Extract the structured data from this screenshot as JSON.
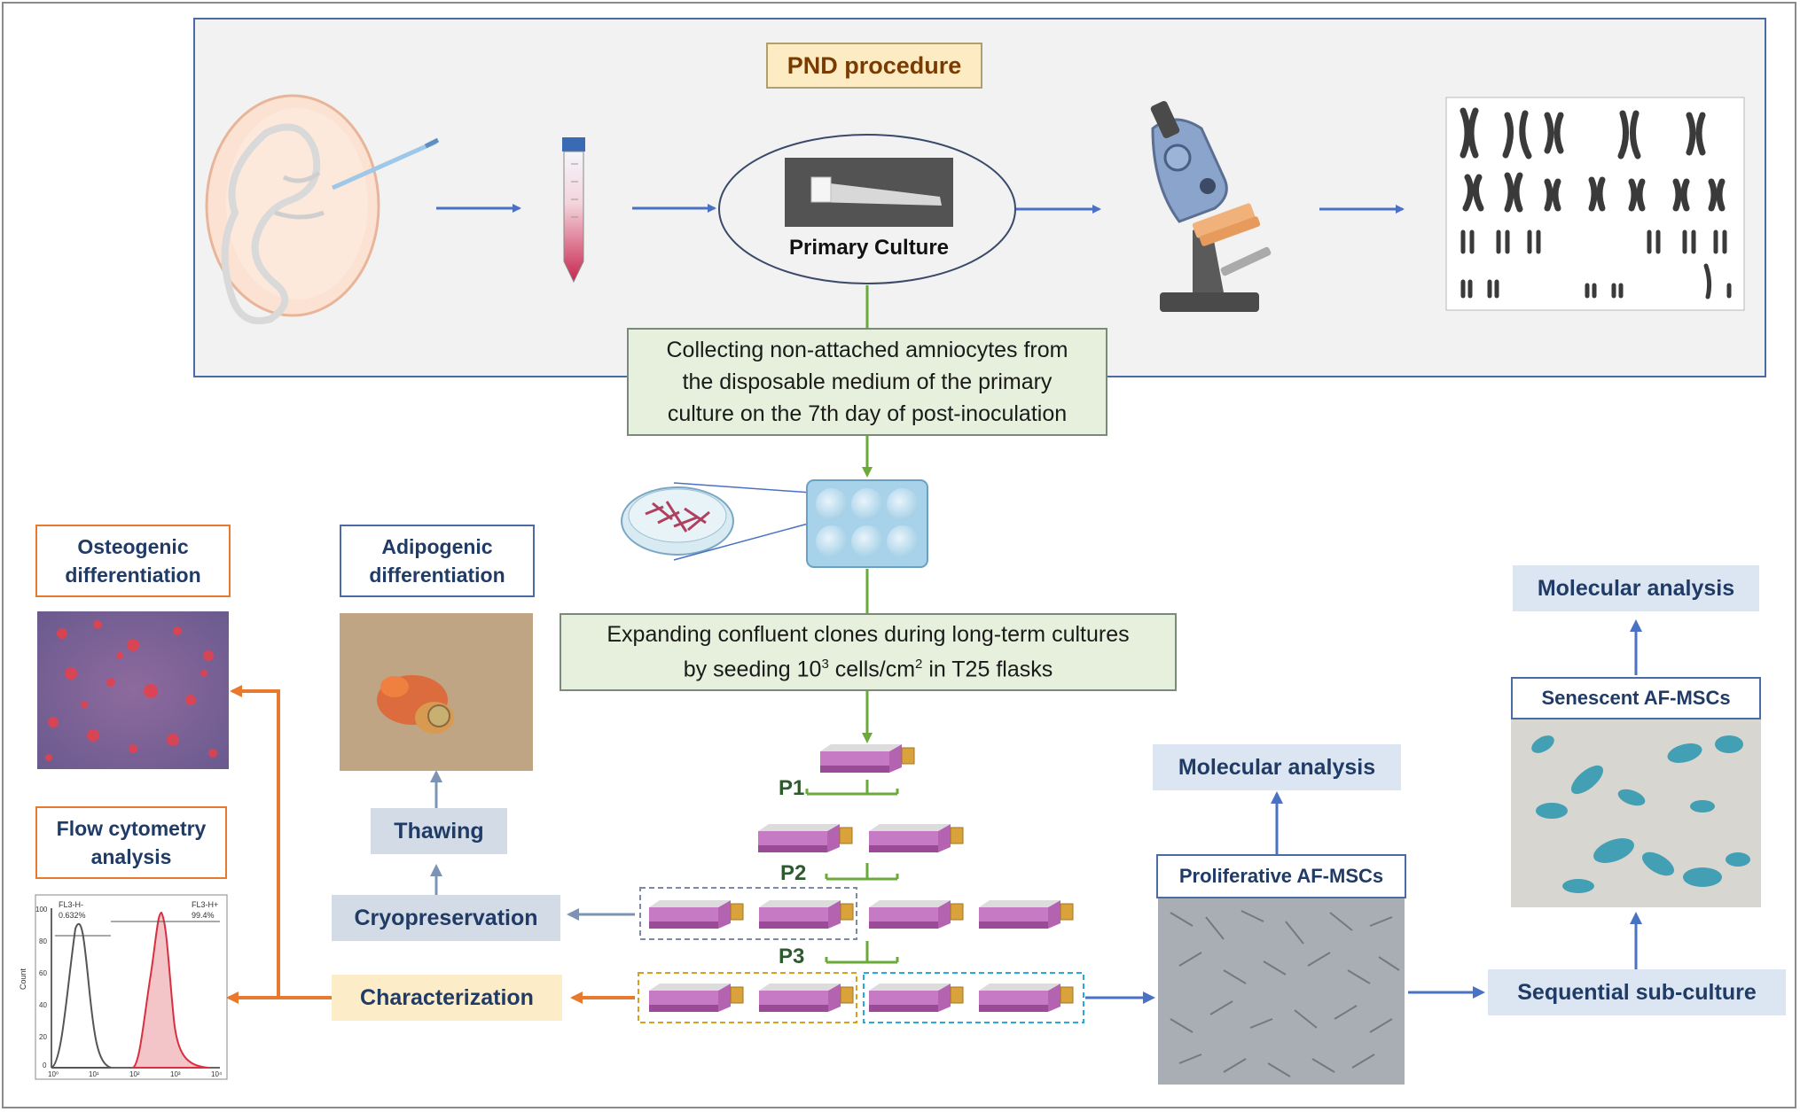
{
  "pnd": {
    "title": "PND procedure",
    "primary_culture": "Primary Culture"
  },
  "steps": {
    "collecting": "Collecting non-attached amniocytes from the disposable medium of the primary culture on the 7th day of post-inoculation",
    "expanding_line1": "Expanding confluent clones during long-term cultures",
    "expanding_pre": "by seeding ",
    "expanding_base": "10",
    "expanding_sup": "3",
    "expanding_mid": " cells/cm",
    "expanding_sup2": "2",
    "expanding_post": " in T25 flasks"
  },
  "passages": [
    "P1",
    "P2",
    "P3"
  ],
  "labels": {
    "osteogenic": "Osteogenic differentiation",
    "adipogenic": "Adipogenic differentiation",
    "flow": "Flow cytometry analysis",
    "thawing": "Thawing",
    "cryo": "Cryopreservation",
    "characterization": "Characterization",
    "molecular_left": "Molecular analysis",
    "proliferative": "Proliferative AF-MSCs",
    "molecular_right": "Molecular analysis",
    "senescent": "Senescent AF-MSCs",
    "sequential": "Sequential sub-culture"
  },
  "histogram": {
    "left_gate_name": "FL3-H-",
    "left_gate_pct": "0.632%",
    "right_gate_name": "FL3-H+",
    "right_gate_pct": "99.4%",
    "y_axis_label": "Count",
    "y_ticks": [
      "100",
      "80",
      "60",
      "40",
      "20",
      "0"
    ],
    "x_ticks": [
      "10⁰",
      "10¹",
      "10²",
      "10³",
      "10⁴"
    ]
  },
  "colors": {
    "arrow_blue": "#4a72c4",
    "arrow_green": "#6aaa3a",
    "arrow_orange": "#e87a30",
    "arrow_grey": "#7d93b3",
    "flask": "#b463b0"
  }
}
